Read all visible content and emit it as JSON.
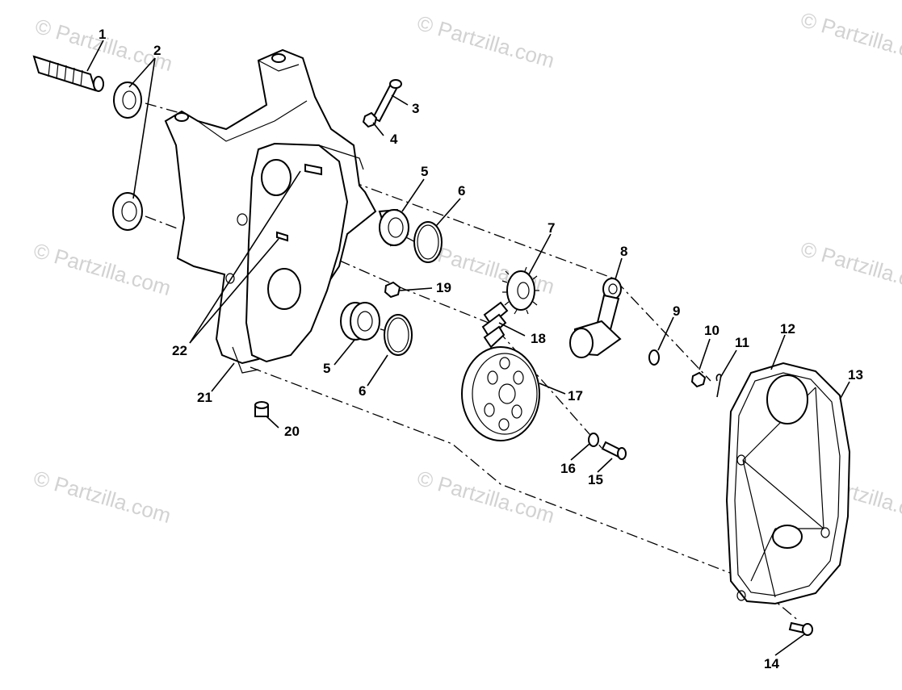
{
  "diagram": {
    "watermark": "© Partzilla.com",
    "callouts": [
      {
        "id": "1",
        "label": "1"
      },
      {
        "id": "2",
        "label": "2"
      },
      {
        "id": "3",
        "label": "3"
      },
      {
        "id": "4",
        "label": "4"
      },
      {
        "id": "5a",
        "label": "5"
      },
      {
        "id": "5b",
        "label": "5"
      },
      {
        "id": "6a",
        "label": "6"
      },
      {
        "id": "6b",
        "label": "6"
      },
      {
        "id": "7",
        "label": "7"
      },
      {
        "id": "8",
        "label": "8"
      },
      {
        "id": "9",
        "label": "9"
      },
      {
        "id": "10",
        "label": "10"
      },
      {
        "id": "11",
        "label": "11"
      },
      {
        "id": "12",
        "label": "12"
      },
      {
        "id": "13",
        "label": "13"
      },
      {
        "id": "14",
        "label": "14"
      },
      {
        "id": "15",
        "label": "15"
      },
      {
        "id": "16",
        "label": "16"
      },
      {
        "id": "17",
        "label": "17"
      },
      {
        "id": "18",
        "label": "18"
      },
      {
        "id": "19",
        "label": "19"
      },
      {
        "id": "20",
        "label": "20"
      },
      {
        "id": "21",
        "label": "21"
      },
      {
        "id": "22",
        "label": "22"
      }
    ]
  }
}
